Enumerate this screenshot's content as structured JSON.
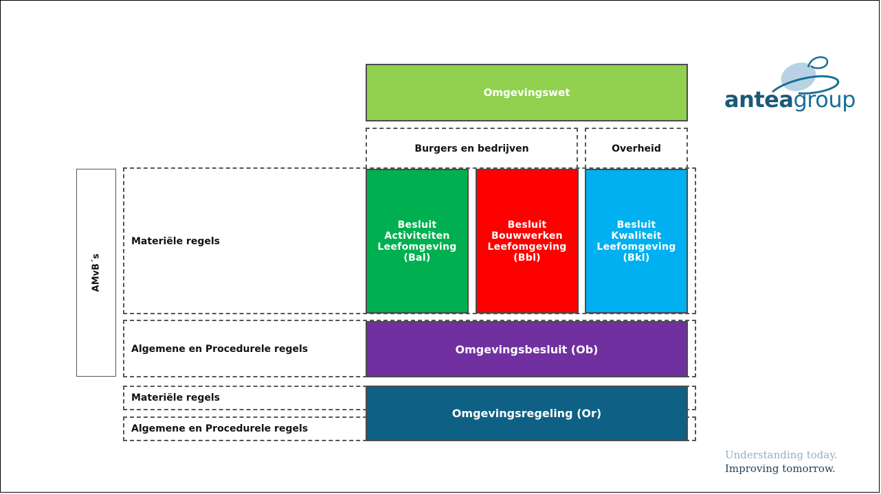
{
  "diagram": {
    "top": "Omgevingswet",
    "audience": {
      "citizens": "Burgers en bedrijven",
      "government": "Overheid"
    },
    "side_label": "AMvB´s",
    "rows": {
      "materiele": "Materiële regels",
      "algemene": "Algemene en Procedurele regels",
      "materiele_2": "Materiële regels",
      "algemene_2": "Algemene en Procedurele regels"
    },
    "boxes": {
      "bal": "Besluit\nActiviteiten\nLeefomgeving\n(Bal)",
      "bbl": "Besluit\nBouwwerken\nLeefomgeving\n(Bbl)",
      "bkl": "Besluit\nKwaliteit\nLeefomgeving\n(Bkl)",
      "ob": "Omgevingsbesluit (Ob)",
      "or": "Omgevingsregeling (Or)"
    },
    "colors": {
      "omgevingswet": "#92d050",
      "bal": "#00b050",
      "bbl": "#ff0000",
      "bkl": "#00b0f0",
      "ob": "#7030a0",
      "or": "#0e6184"
    }
  },
  "brand": {
    "logo_bold": "antea",
    "logo_light": "group",
    "tagline_1": "Understanding today.",
    "tagline_2": "Improving tomorrow.",
    "tagline_1_color": "#8fb0c8",
    "tagline_2_color": "#1f3e58"
  }
}
